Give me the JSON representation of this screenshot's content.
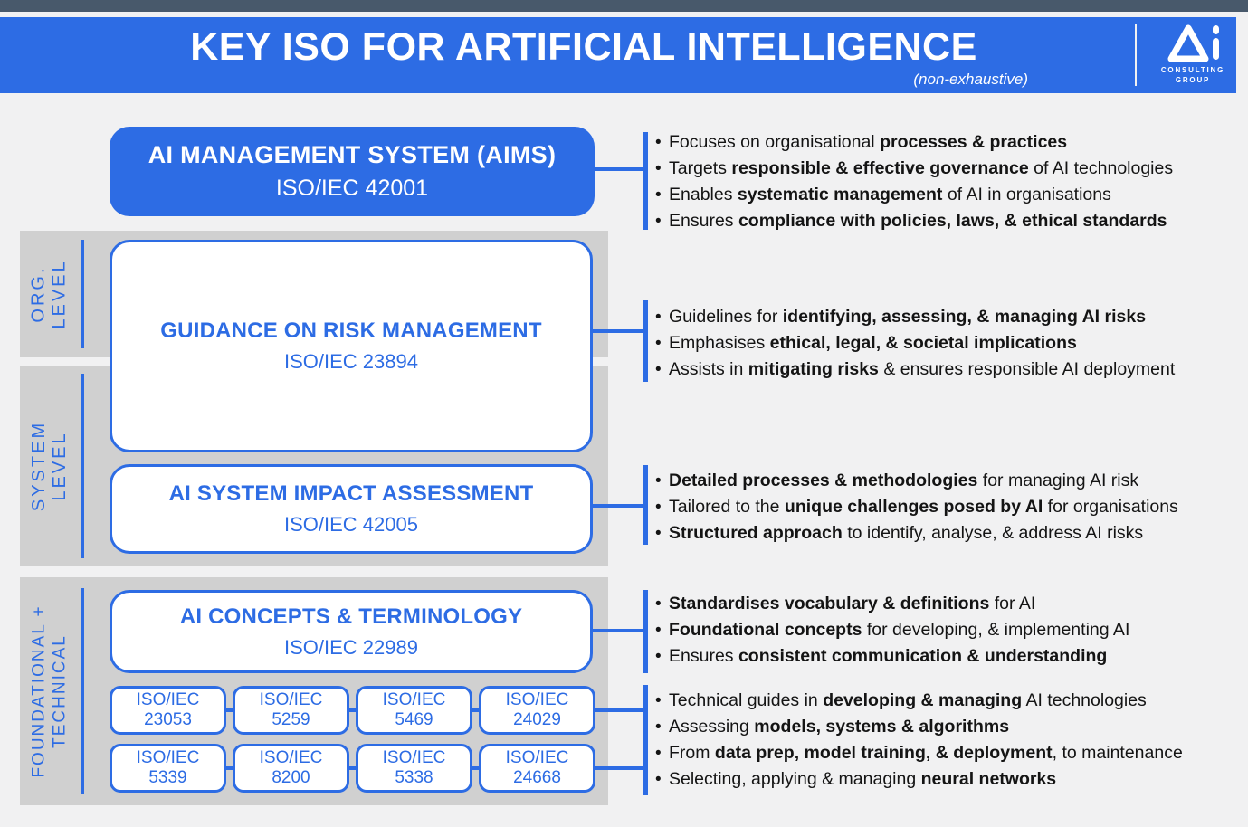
{
  "header": {
    "title": "KEY ISO FOR ARTIFICIAL INTELLIGENCE",
    "subtitle": "(non-exhaustive)",
    "logo": {
      "brand": "Ai",
      "caption_line1": "CONSULTING",
      "caption_line2": "GROUP"
    }
  },
  "colors": {
    "accent_blue": "#2d6ce4",
    "topbar_slate": "#48596b",
    "band_gray": "#d0d0d0",
    "page_background": "#f1f1f2",
    "box_white": "#ffffff",
    "bullet_text": "#141414"
  },
  "levels": [
    {
      "label_lines": [
        "ORG.",
        "LEVEL"
      ]
    },
    {
      "label_lines": [
        "SYSTEM",
        "LEVEL"
      ]
    },
    {
      "label_lines": [
        "FOUNDATIONAL +",
        "TECHNICAL"
      ]
    }
  ],
  "boxes": {
    "aims": {
      "title": "AI MANAGEMENT SYSTEM (AIMS)",
      "code": "ISO/IEC 42001"
    },
    "risk": {
      "title": "GUIDANCE ON RISK MANAGEMENT",
      "code": "ISO/IEC 23894"
    },
    "impact": {
      "title": "AI SYSTEM IMPACT ASSESSMENT",
      "code": "ISO/IEC 42005"
    },
    "concepts": {
      "title": "AI CONCEPTS & TERMINOLOGY",
      "code": "ISO/IEC 22989"
    }
  },
  "technical_standards": {
    "rows": [
      [
        {
          "org": "ISO/IEC",
          "num": "23053"
        },
        {
          "org": "ISO/IEC",
          "num": "5259"
        },
        {
          "org": "ISO/IEC",
          "num": "5469"
        },
        {
          "org": "ISO/IEC",
          "num": "24029"
        }
      ],
      [
        {
          "org": "ISO/IEC",
          "num": "5339"
        },
        {
          "org": "ISO/IEC",
          "num": "8200"
        },
        {
          "org": "ISO/IEC",
          "num": "5338"
        },
        {
          "org": "ISO/IEC",
          "num": "24668"
        }
      ]
    ]
  },
  "bullet_groups": [
    {
      "for": "aims",
      "items": [
        [
          {
            "t": "Focuses on organisational "
          },
          {
            "t": "processes & practices",
            "b": true
          }
        ],
        [
          {
            "t": "Targets "
          },
          {
            "t": "responsible & effective governance",
            "b": true
          },
          {
            "t": " of AI technologies"
          }
        ],
        [
          {
            "t": "Enables "
          },
          {
            "t": "systematic management",
            "b": true
          },
          {
            "t": " of AI in organisations"
          }
        ],
        [
          {
            "t": "Ensures "
          },
          {
            "t": "compliance with policies, laws, & ethical standards",
            "b": true
          }
        ]
      ]
    },
    {
      "for": "risk",
      "items": [
        [
          {
            "t": "Guidelines for "
          },
          {
            "t": "identifying, assessing, & managing AI risks",
            "b": true
          }
        ],
        [
          {
            "t": "Emphasises "
          },
          {
            "t": "ethical, legal, & societal implications",
            "b": true
          }
        ],
        [
          {
            "t": "Assists in "
          },
          {
            "t": "mitigating risks",
            "b": true
          },
          {
            "t": " & ensures responsible AI deployment"
          }
        ]
      ]
    },
    {
      "for": "impact",
      "items": [
        [
          {
            "t": "Detailed processes & methodologies",
            "b": true
          },
          {
            "t": " for managing AI risk"
          }
        ],
        [
          {
            "t": "Tailored to the "
          },
          {
            "t": "unique challenges posed by AI",
            "b": true
          },
          {
            "t": " for organisations"
          }
        ],
        [
          {
            "t": "Structured approach",
            "b": true
          },
          {
            "t": " to identify, analyse, & address AI risks"
          }
        ]
      ]
    },
    {
      "for": "concepts",
      "items": [
        [
          {
            "t": "Standardises vocabulary & definitions",
            "b": true
          },
          {
            "t": " for AI"
          }
        ],
        [
          {
            "t": "Foundational concepts",
            "b": true
          },
          {
            "t": " for developing, & implementing AI"
          }
        ],
        [
          {
            "t": "Ensures "
          },
          {
            "t": "consistent communication & understanding",
            "b": true
          }
        ]
      ]
    },
    {
      "for": "technical",
      "items": [
        [
          {
            "t": "Technical guides in "
          },
          {
            "t": "developing & managing",
            "b": true
          },
          {
            "t": " AI technologies"
          }
        ],
        [
          {
            "t": "Assessing "
          },
          {
            "t": "models, systems & algorithms",
            "b": true
          }
        ],
        [
          {
            "t": "From "
          },
          {
            "t": "data prep, model training, & deployment",
            "b": true
          },
          {
            "t": ", to maintenance"
          }
        ],
        [
          {
            "t": "Selecting, applying & managing "
          },
          {
            "t": "neural networks",
            "b": true
          }
        ]
      ]
    }
  ]
}
